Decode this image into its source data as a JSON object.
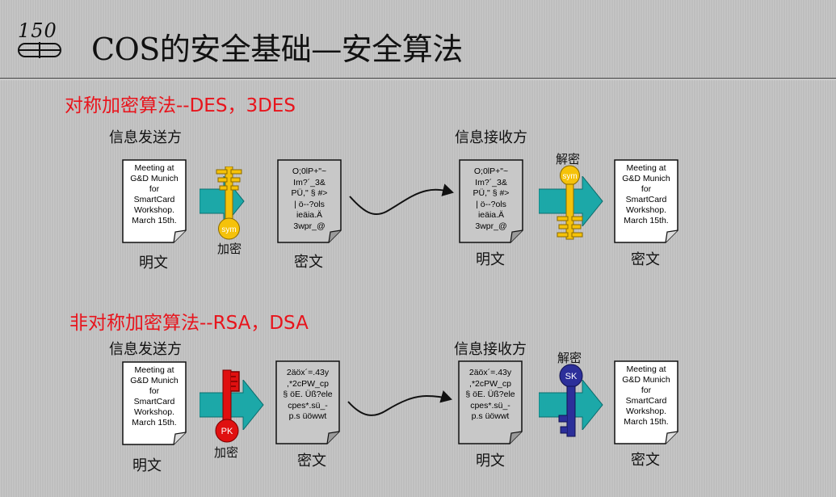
{
  "title": "COS的安全基础—安全算法",
  "logo": {
    "number": "150"
  },
  "symmetric": {
    "heading": "对称加密算法--DES，3DES",
    "sender_label": "信息发送方",
    "receiver_label": "信息接收方",
    "plaintext_doc": "Meeting at\nG&D Munich\nfor\nSmartCard\nWorkshop.\nMarch 15th.",
    "ciphertext_doc": "O;0lP+\"~\nIm?´_3&\nPÜ,\" § #>\n| ö--?ols\nieäia.Ä\n3wpr_@",
    "encrypt_key_text": "sym",
    "decrypt_key_text": "sym",
    "encrypt_label": "加密",
    "decrypt_label": "解密",
    "plaintext_label": "明文",
    "ciphertext_label_1": "密文",
    "ciphertext_label_2": "明文",
    "output_label": "密文",
    "key_color": "#f5c20a"
  },
  "asymmetric": {
    "heading": "非对称加密算法--RSA，DSA",
    "sender_label": "信息发送方",
    "receiver_label": "信息接收方",
    "plaintext_doc": "Meeting at\nG&D Munich\nfor\nSmartCard\nWorkshop.\nMarch 15th.",
    "ciphertext_doc": "2äöx´=.43y\n,*2cPW_cp\n§ öE. Üß?ele\ncpes*.sü_-\np.s üöwwt",
    "encrypt_key_text": "PK",
    "decrypt_key_text": "SK",
    "encrypt_label": "加密",
    "decrypt_label": "解密",
    "plaintext_label": "明文",
    "ciphertext_label_1": "密文",
    "ciphertext_label_2": "明文",
    "output_label": "密文",
    "pk_color": "#e01010",
    "sk_color": "#2c2f9a"
  },
  "colors": {
    "heading": "#e8141c",
    "arrow": "#1ca8a8",
    "doc_plain": "#ffffff",
    "doc_cipher": "#c8c8c8"
  }
}
